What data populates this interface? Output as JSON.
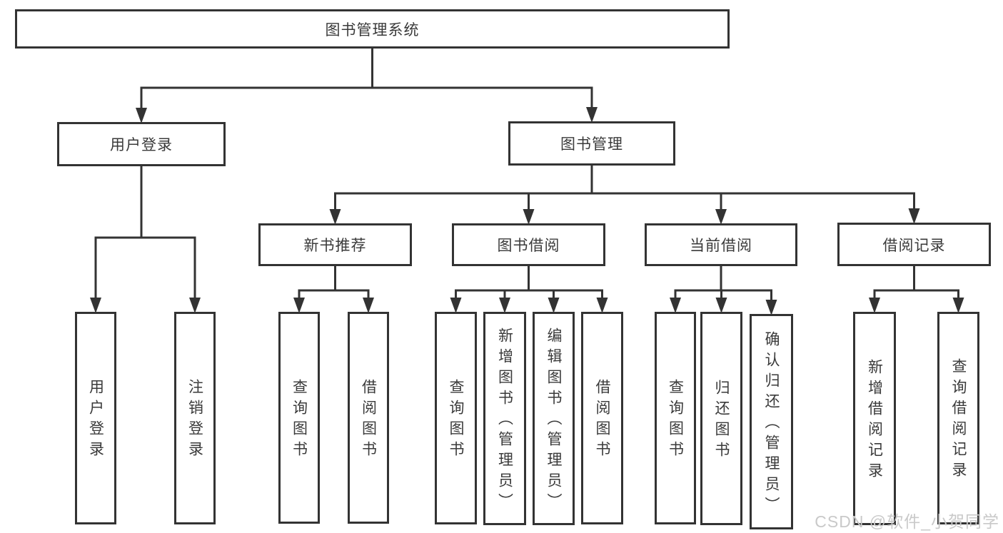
{
  "diagram_title": "图书管理系统",
  "nodes": [
    {
      "id": "root",
      "label": "图书管理系统"
    },
    {
      "id": "user-login",
      "label": "用户登录"
    },
    {
      "id": "book-management",
      "label": "图书管理"
    },
    {
      "id": "new-book-recommendation",
      "label": "新书推荐"
    },
    {
      "id": "book-borrowing",
      "label": "图书借阅"
    },
    {
      "id": "current-borrowing",
      "label": "当前借阅"
    },
    {
      "id": "borrowing-records",
      "label": "借阅记录"
    },
    {
      "id": "leaf-user-login",
      "label": "用户登录"
    },
    {
      "id": "leaf-logout",
      "label": "注销登录"
    },
    {
      "id": "leaf-query-books-recommend",
      "label": "查询图书"
    },
    {
      "id": "leaf-borrow-books-recommend",
      "label": "借阅图书"
    },
    {
      "id": "leaf-query-books-borrow",
      "label": "查询图书"
    },
    {
      "id": "leaf-add-books-admin",
      "label": "新增图书（管理员）"
    },
    {
      "id": "leaf-edit-books-admin",
      "label": "编辑图书（管理员）"
    },
    {
      "id": "leaf-borrow-books",
      "label": "借阅图书"
    },
    {
      "id": "leaf-query-books-current",
      "label": "查询图书"
    },
    {
      "id": "leaf-return-books",
      "label": "归还图书"
    },
    {
      "id": "leaf-confirm-return-admin",
      "label": "确认归还（管理员）"
    },
    {
      "id": "leaf-add-borrow-record",
      "label": "新增借阅记录"
    },
    {
      "id": "leaf-query-borrow-record",
      "label": "查询借阅记录"
    }
  ],
  "edges": [
    [
      "root",
      "user-login"
    ],
    [
      "root",
      "book-management"
    ],
    [
      "user-login",
      "leaf-user-login"
    ],
    [
      "user-login",
      "leaf-logout"
    ],
    [
      "book-management",
      "new-book-recommendation"
    ],
    [
      "book-management",
      "book-borrowing"
    ],
    [
      "book-management",
      "current-borrowing"
    ],
    [
      "book-management",
      "borrowing-records"
    ],
    [
      "new-book-recommendation",
      "leaf-query-books-recommend"
    ],
    [
      "new-book-recommendation",
      "leaf-borrow-books-recommend"
    ],
    [
      "book-borrowing",
      "leaf-query-books-borrow"
    ],
    [
      "book-borrowing",
      "leaf-add-books-admin"
    ],
    [
      "book-borrowing",
      "leaf-edit-books-admin"
    ],
    [
      "book-borrowing",
      "leaf-borrow-books"
    ],
    [
      "current-borrowing",
      "leaf-query-books-current"
    ],
    [
      "current-borrowing",
      "leaf-return-books"
    ],
    [
      "current-borrowing",
      "leaf-confirm-return-admin"
    ],
    [
      "borrowing-records",
      "leaf-add-borrow-record"
    ],
    [
      "borrowing-records",
      "leaf-query-borrow-record"
    ]
  ],
  "watermark": {
    "text": "CSDN @软件_小贺同学"
  },
  "colors": {
    "line": "#333333",
    "text": "#3a3a3a",
    "watermark": "#c9c9c9",
    "background": "#ffffff"
  }
}
